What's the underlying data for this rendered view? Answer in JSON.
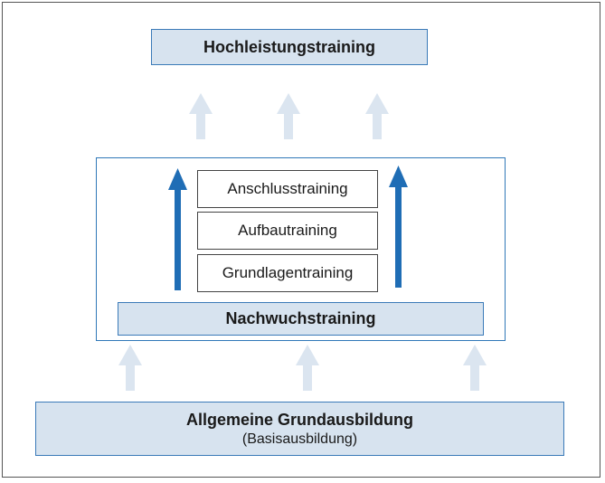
{
  "diagram": {
    "top_box": {
      "label": "Hochleistungstraining"
    },
    "middle": {
      "stages": [
        {
          "label": "Anschlusstraining"
        },
        {
          "label": "Aufbautraining"
        },
        {
          "label": "Grundlagentraining"
        }
      ],
      "base_box": {
        "label": "Nachwuchstraining"
      }
    },
    "bottom_box": {
      "label": "Allgemeine Grundausbildung",
      "sublabel": "(Basisausbildung)"
    }
  },
  "colors": {
    "light_arrow": "#dbe5f0",
    "dark_arrow": "#1f6db5",
    "box_fill": "#d7e3ef",
    "box_border": "#3a7ab8"
  }
}
